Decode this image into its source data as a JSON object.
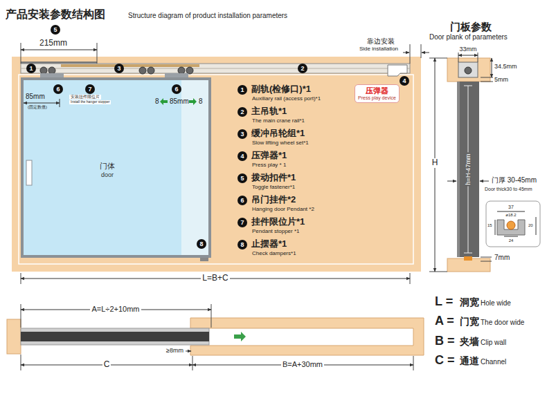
{
  "diagram": {
    "title": "产品安装参数结构图",
    "nodes": [
      {
        "text": [
          "5"
        ]
      },
      {
        "text": [
          "1"
        ]
      },
      {
        "text": [
          "3"
        ]
      },
      {
        "text": [
          "2"
        ]
      },
      {
        "text": [
          "4"
        ]
      },
      {
        "text": [
          "压弹器",
          "Press play device"
        ]
      },
      {
        "text": [
          "门体",
          "door"
        ]
      },
      {
        "text": [
          "6"
        ],
        "in": 6
      },
      {
        "text": [
          "7"
        ],
        "in": 6
      },
      {
        "text": [
          "6"
        ],
        "in": 6
      },
      {
        "text": [
          "8"
        ],
        "in": 6
      },
      {
        "text": [
          "1"
        ]
      },
      {
        "text": [
          "2"
        ]
      },
      {
        "text": [
          "3"
        ]
      },
      {
        "text": [
          "4"
        ]
      },
      {
        "text": [
          "5"
        ]
      },
      {
        "text": [
          "6"
        ]
      },
      {
        "text": [
          "7"
        ]
      },
      {
        "text": [
          "8"
        ]
      }
    ],
    "labels": [
      "Structure diagram of product installation parameters",
      "215mm",
      "靠边安装",
      "Side installation",
      "85mm",
      "(固定数值)",
      "安装挂件限位片",
      "Install the hanger stopper",
      "8",
      "85mm",
      "8",
      "L=B+C",
      "A=L÷2+10mm",
      "≥8mm",
      "C",
      "B=A+30mm",
      "门板参数",
      "Door plank of parameters",
      "33mm",
      "34.5mm",
      "5mm",
      "H",
      "h=H-47mm",
      "门厚 30-45mm",
      "Door thick30 to 45mm",
      "37",
      "ø18.2",
      "15",
      "20",
      "24",
      "7mm",
      "L =",
      "洞宽",
      "Hole wide",
      "A =",
      "门宽",
      "The door wide",
      "B =",
      "夹墙",
      "Clip wall",
      "C =",
      "通道",
      "Channel",
      "副轨(检修口)*1",
      "Auxiliary rail (access port)*1",
      "主吊轨*1",
      "The main crane rail*1",
      "缓冲吊轮组*1",
      "Slow lifting wheel set*1",
      "压弹器*1",
      "Press play * 1",
      "拨动扣件*1",
      "Toggle fastener*1",
      "吊门挂件*2",
      "Hanging door Pendant *2",
      "挂件限位片*1",
      "Pendant stopper *1",
      "止摆器*1",
      "Check dampers*1"
    ]
  }
}
